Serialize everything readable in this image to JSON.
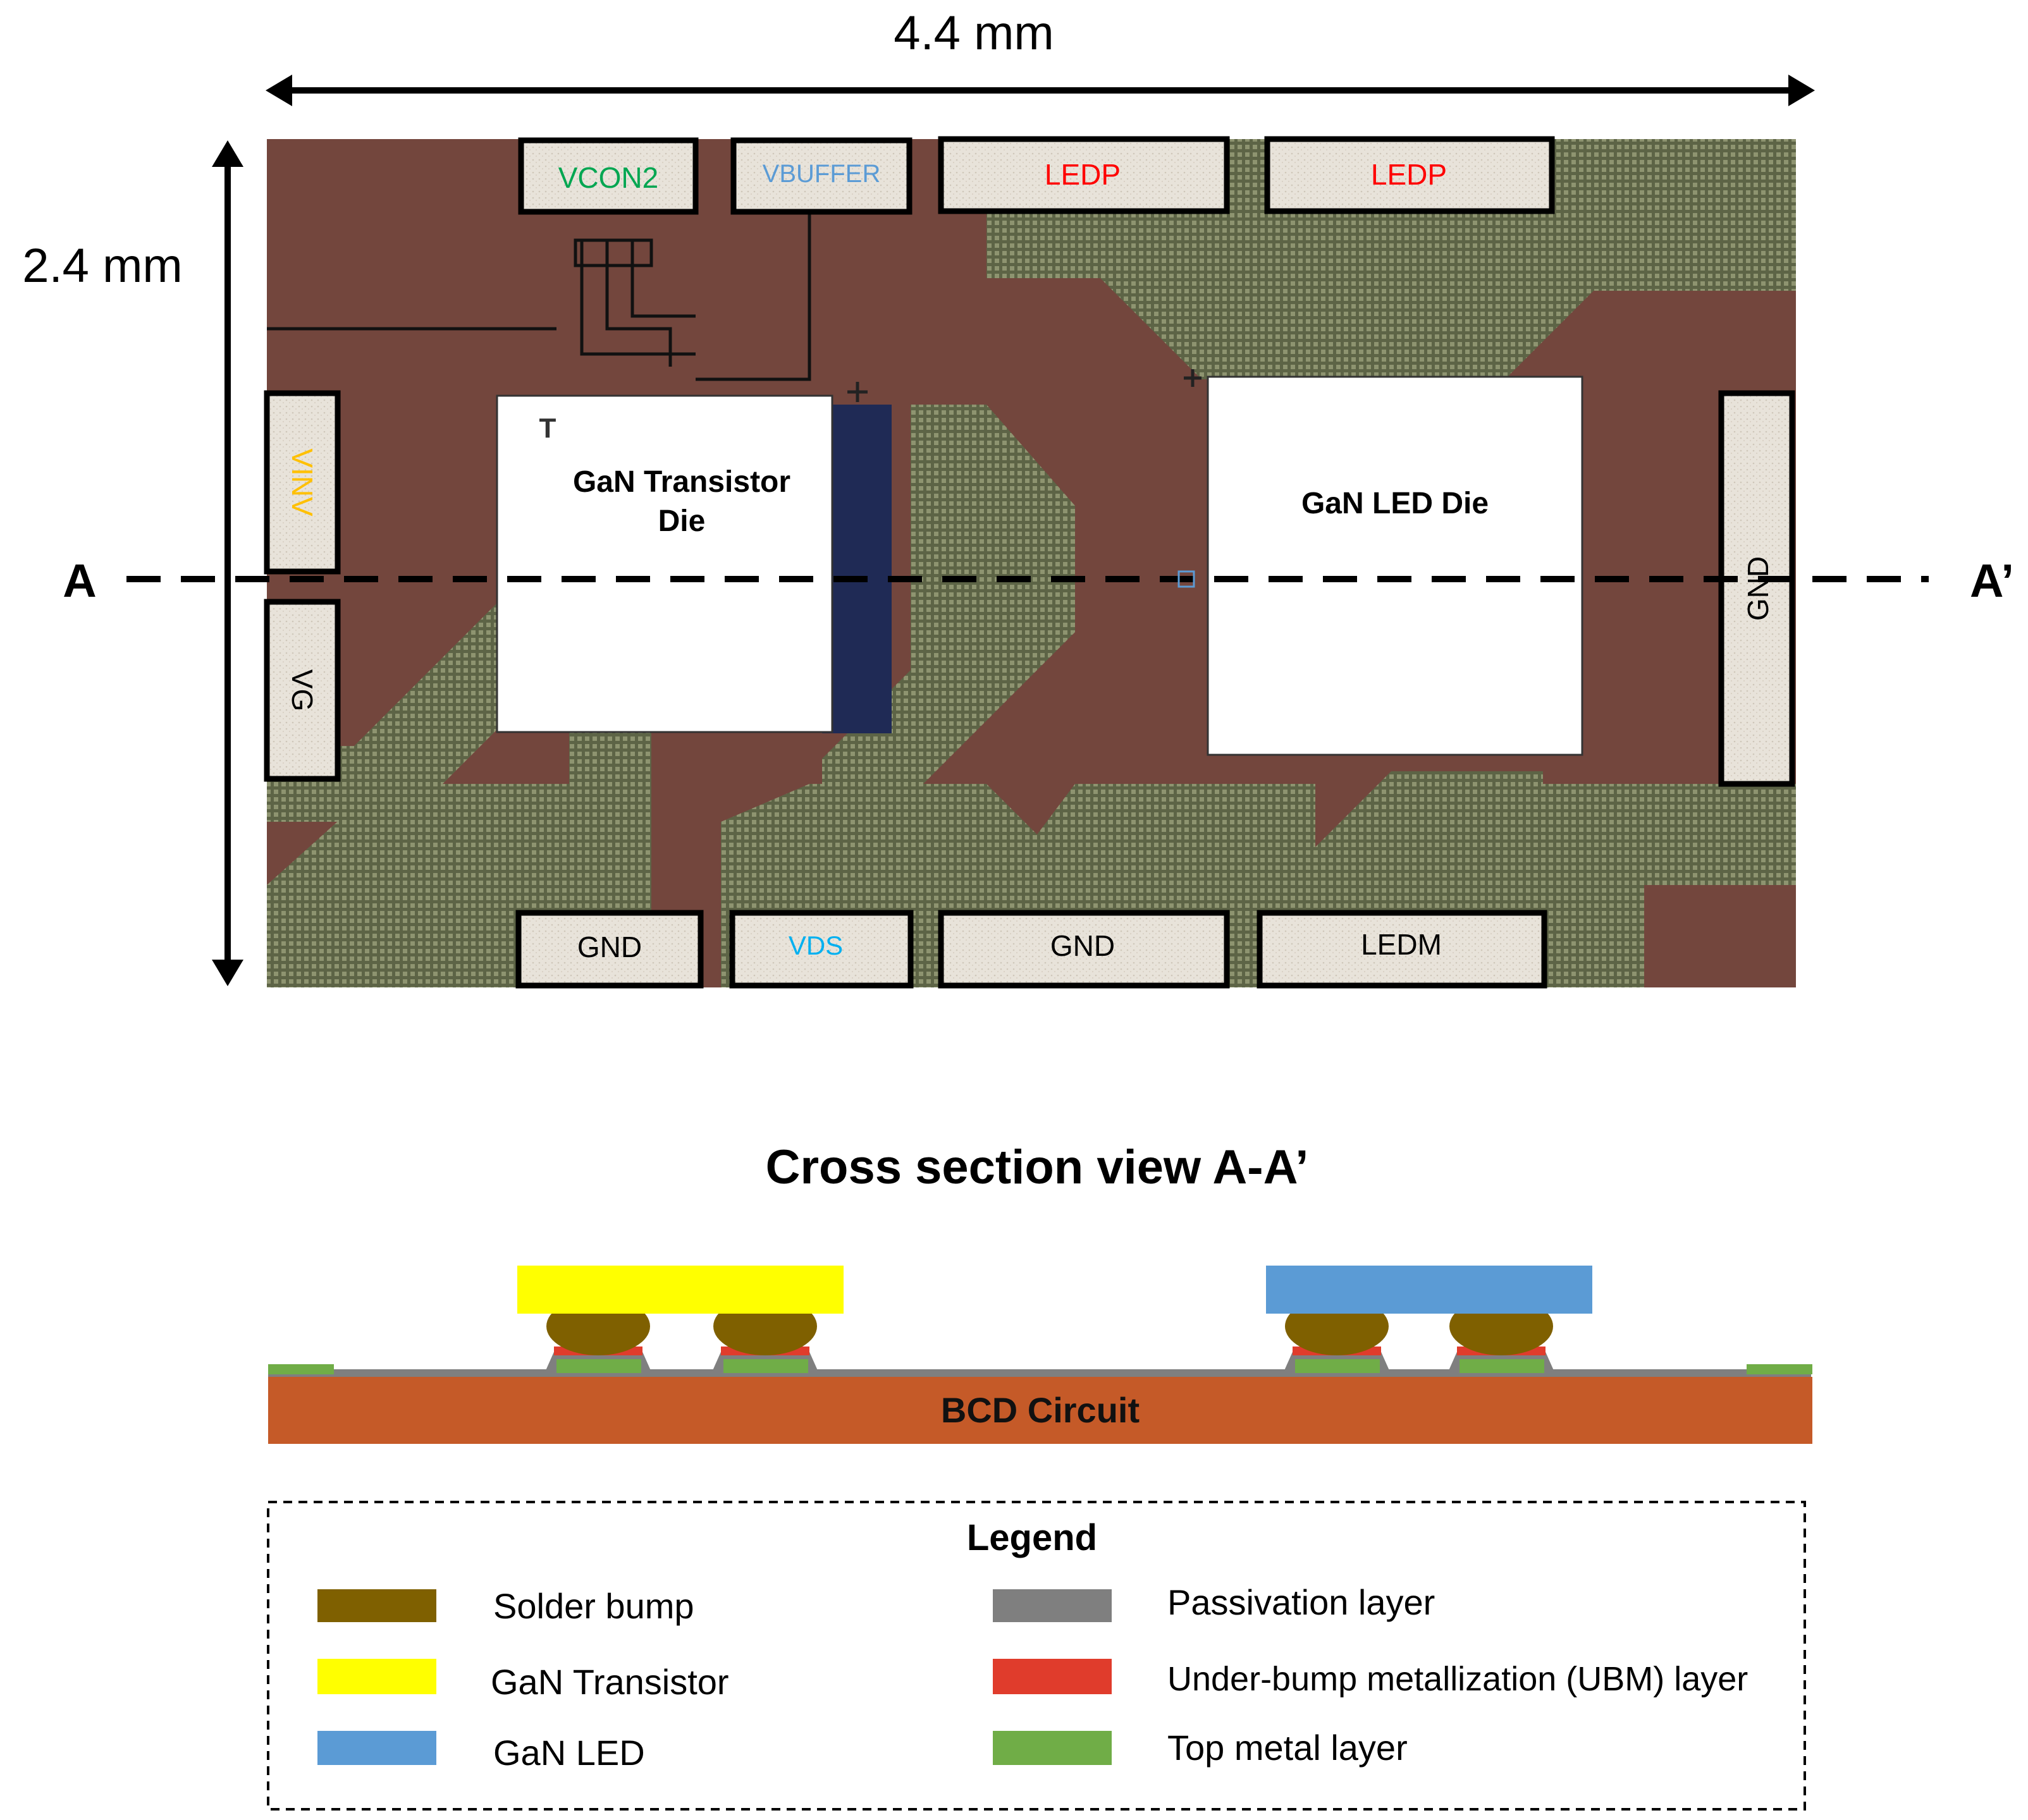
{
  "dimensions": {
    "width_label": "4.4 mm",
    "height_label": "2.4 mm"
  },
  "section_markers": {
    "start": "A",
    "end": "A’"
  },
  "pads": {
    "vcon2": "VCON2",
    "vbuffer": "VBUFFER",
    "ledp_1": "LEDP",
    "ledp_2": "LEDP",
    "vinv": "VINV",
    "vg": "VG",
    "gnd_right": "GND",
    "gnd_bottom_1": "GND",
    "vds": "VDS",
    "gnd_bottom_2": "GND",
    "ledm": "LEDM"
  },
  "pad_colors": {
    "vcon2": "#00a651",
    "vbuffer": "#5b9bd5",
    "ledp": "#ff0000",
    "vinv": "#ffc000",
    "vds": "#00b0f0",
    "default": "#000000"
  },
  "dies": {
    "transistor_line1": "GaN Transistor",
    "transistor_line2": "Die",
    "led": "GaN LED Die"
  },
  "cross_section": {
    "title": "Cross section view A-A’",
    "substrate_label": "BCD Circuit"
  },
  "legend": {
    "title": "Legend",
    "items": [
      {
        "label": "Solder bump",
        "color": "#7f6000"
      },
      {
        "label": "GaN Transistor",
        "color": "#ffff00"
      },
      {
        "label": "GaN LED",
        "color": "#5b9bd5"
      },
      {
        "label": "Passivation layer",
        "color": "#7f7f7f"
      },
      {
        "label": "Under-bump  metallization  (UBM) layer",
        "color": "#e03c2c"
      },
      {
        "label": "Top metal layer",
        "color": "#70ad47"
      }
    ]
  },
  "colors": {
    "substrate": "#c55a28",
    "chip_background": "#7a4a40",
    "metal_mesh": "#6f7a52"
  }
}
